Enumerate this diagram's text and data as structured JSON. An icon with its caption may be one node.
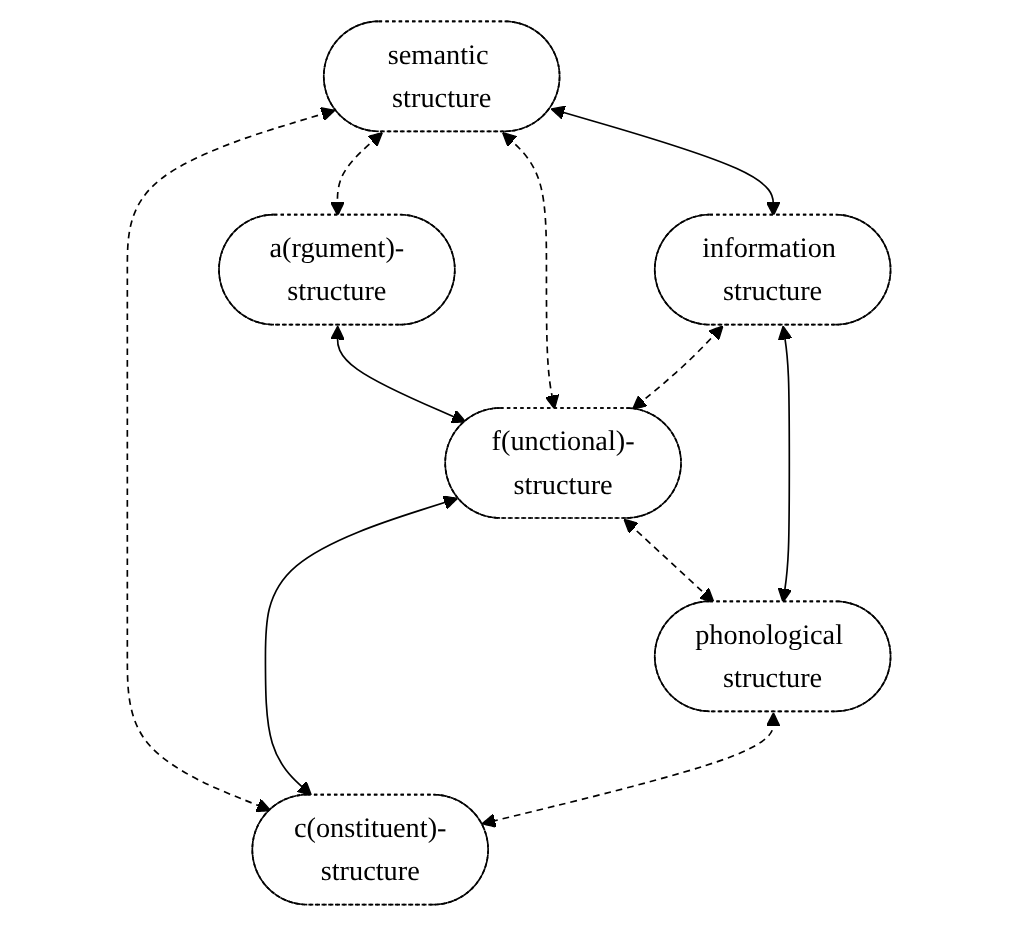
{
  "diagram": {
    "nodes": [
      {
        "text": [
          "semantic structure"
        ]
      },
      {
        "text": [
          "a(rgument)-structure"
        ]
      },
      {
        "text": [
          "information structure"
        ]
      },
      {
        "text": [
          "f(unctional)-structure"
        ]
      },
      {
        "text": [
          "phonological structure"
        ]
      },
      {
        "text": [
          "c(onstituent)-structure"
        ]
      }
    ],
    "edges": [
      {
        "from": 0,
        "to": 1,
        "arrow": "both",
        "style": "dashed"
      },
      {
        "from": 0,
        "to": 2,
        "arrow": "both"
      },
      {
        "from": 1,
        "to": 3,
        "arrow": "both"
      },
      {
        "from": 0,
        "to": 3,
        "arrow": "both",
        "style": "dashed"
      },
      {
        "from": 0,
        "to": 5,
        "arrow": "both",
        "style": "dashed"
      },
      {
        "from": 2,
        "to": 3,
        "arrow": "both",
        "style": "dashed"
      },
      {
        "from": 3,
        "to": 4,
        "arrow": "both",
        "style": "dashed"
      },
      {
        "from": 2,
        "to": 4,
        "arrow": "both"
      },
      {
        "from": 3,
        "to": 5,
        "arrow": "both"
      },
      {
        "from": 4,
        "to": 5,
        "arrow": "both",
        "style": "dashed"
      }
    ]
  }
}
